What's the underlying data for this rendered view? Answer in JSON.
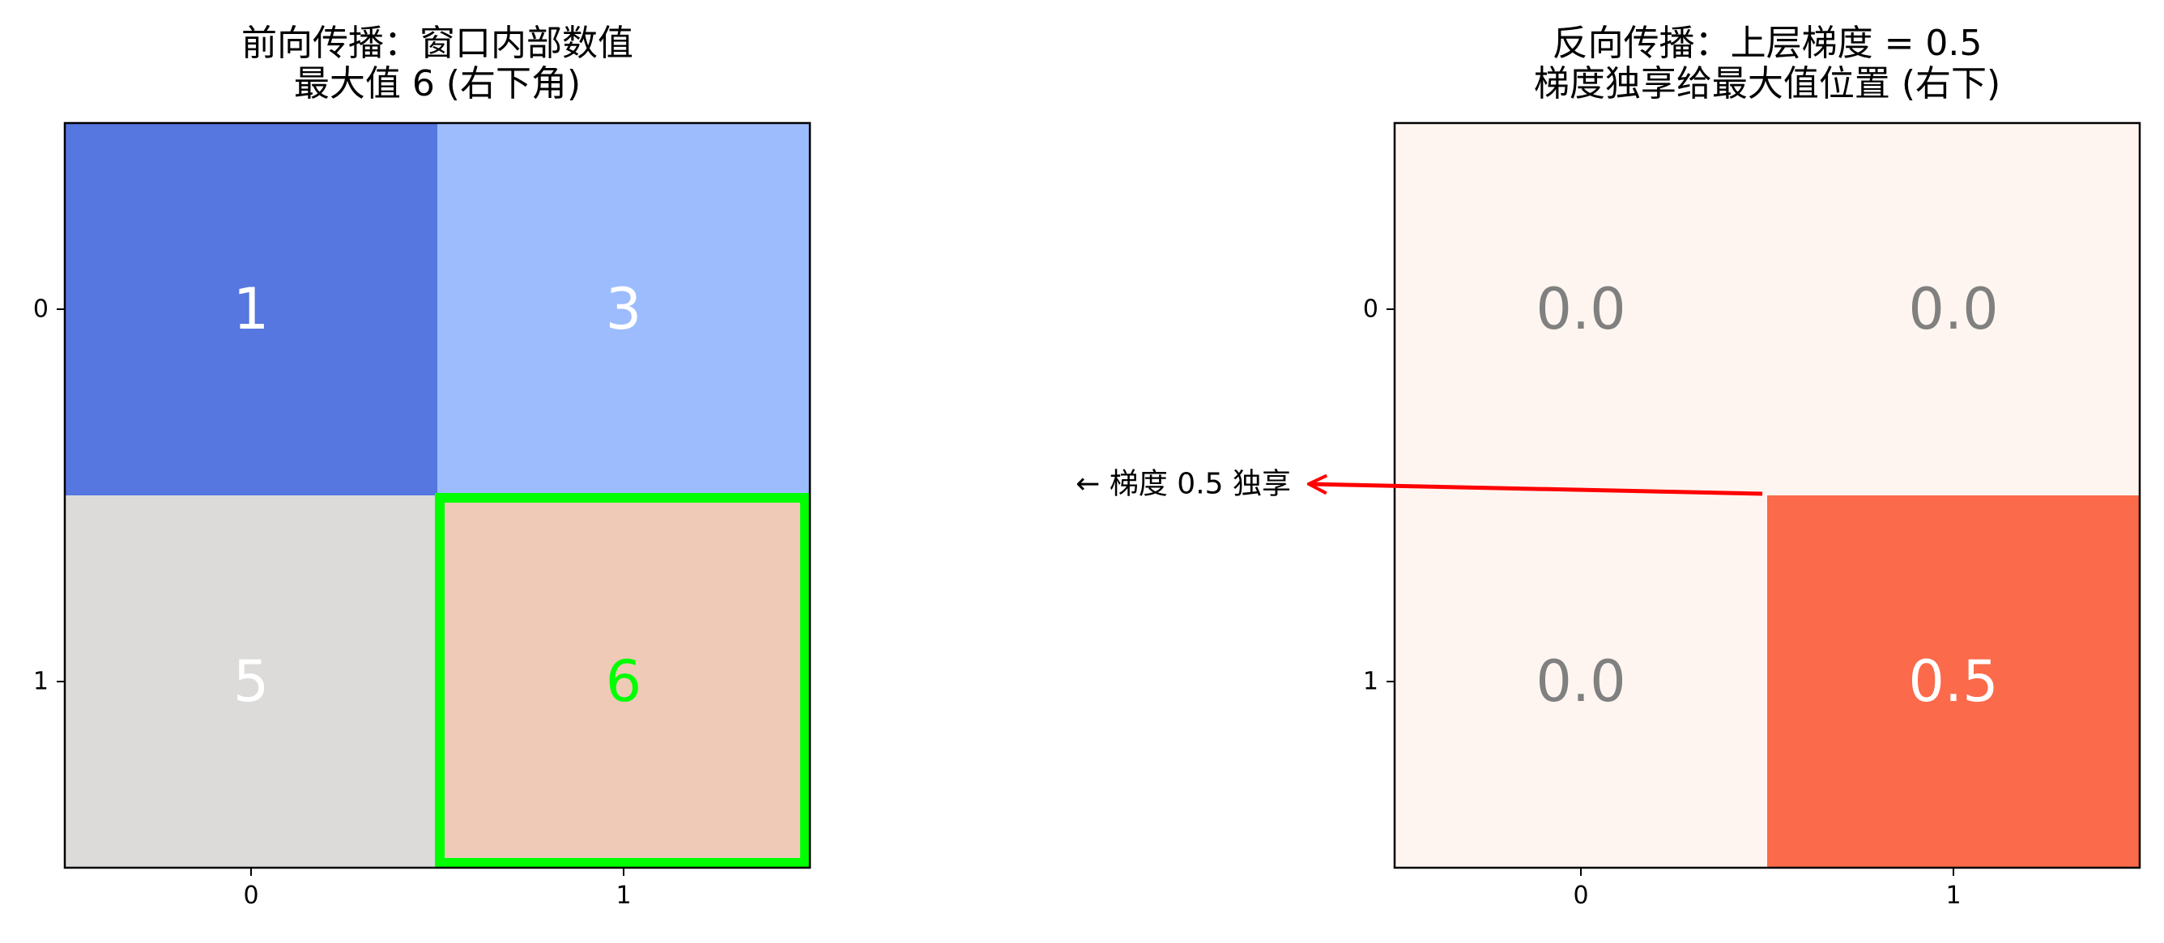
{
  "chart_data": [
    {
      "type": "heatmap",
      "title_lines": [
        "前向传播：窗口内部数值",
        "最大值 6 (右下角)"
      ],
      "x_ticks": [
        "0",
        "1"
      ],
      "y_ticks": [
        "0",
        "1"
      ],
      "values": [
        [
          1,
          3
        ],
        [
          5,
          6
        ]
      ],
      "cell_labels": [
        [
          "1",
          "3"
        ],
        [
          "5",
          "6"
        ]
      ],
      "cell_colors": [
        [
          "#5676e0",
          "#9dbcfd"
        ],
        [
          "#dcdbda",
          "#efcab7"
        ]
      ],
      "label_colors": [
        [
          "#ffffff",
          "#ffffff"
        ],
        [
          "#ffffff",
          "#00ff00"
        ]
      ],
      "highlight": {
        "row": 1,
        "col": 1,
        "color": "#00ff00"
      },
      "grid": false
    },
    {
      "type": "heatmap",
      "title_lines": [
        "反向传播：上层梯度 = 0.5",
        "梯度独享给最大值位置 (右下)"
      ],
      "x_ticks": [
        "0",
        "1"
      ],
      "y_ticks": [
        "0",
        "1"
      ],
      "values": [
        [
          0.0,
          0.0
        ],
        [
          0.0,
          0.5
        ]
      ],
      "cell_labels": [
        [
          "0.0",
          "0.0"
        ],
        [
          "0.0",
          "0.5"
        ]
      ],
      "cell_colors": [
        [
          "#fff5f0",
          "#fff5f0"
        ],
        [
          "#fff5f0",
          "#fb6a4a"
        ]
      ],
      "label_colors": [
        [
          "#808080",
          "#808080"
        ],
        [
          "#808080",
          "#ffffff"
        ]
      ],
      "annotation": {
        "text": "← 梯度 0.5 独享",
        "arrow_color": "#ff0000"
      },
      "grid": false
    }
  ]
}
